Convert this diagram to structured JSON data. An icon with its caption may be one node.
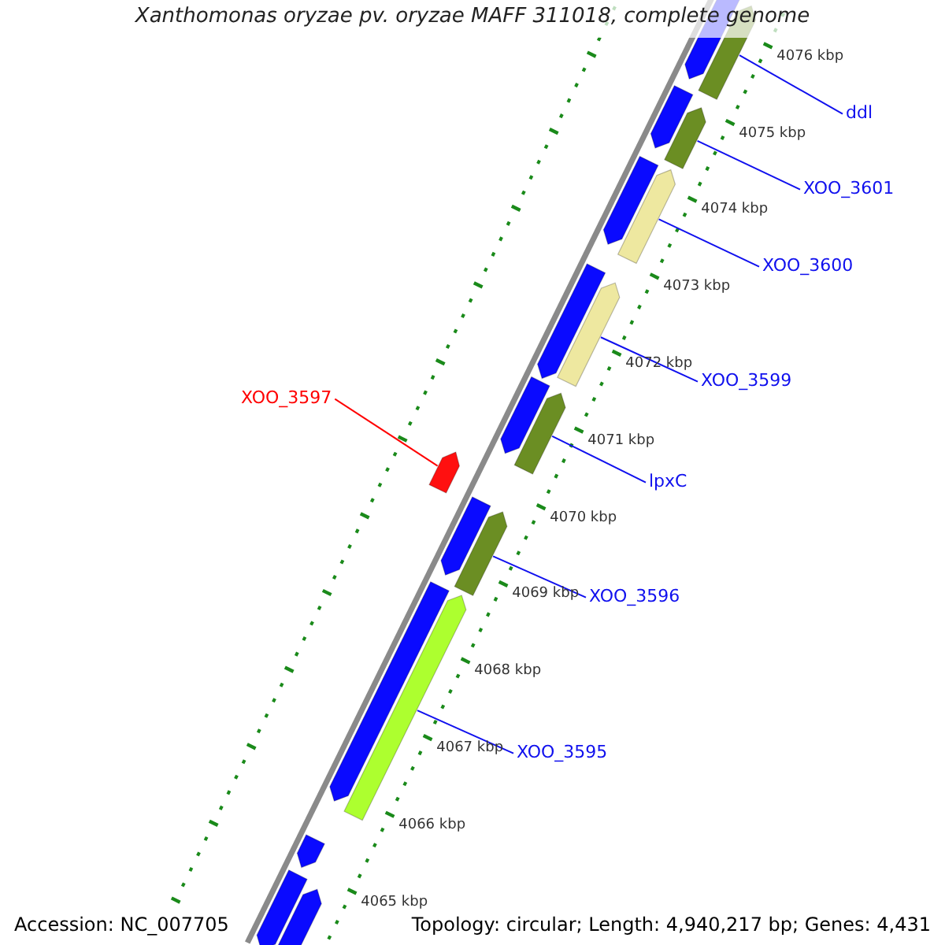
{
  "diagram": {
    "title": "Xanthomonas oryzae pv. oryzae MAFF 311018, complete genome",
    "nodes": [
      {
        "text": [
          "ddl"
        ]
      },
      {
        "text": [
          "XOO_3601"
        ]
      },
      {
        "text": [
          "XOO_3600"
        ]
      },
      {
        "text": [
          "XOO_3599"
        ]
      },
      {
        "text": [
          "XOO_3597"
        ]
      },
      {
        "text": [
          "lpxC"
        ]
      },
      {
        "text": [
          "XOO_3596"
        ]
      },
      {
        "text": [
          "XOO_3595"
        ]
      },
      {
        "text": [],
        "shape": "bar"
      },
      {
        "text": [],
        "shape": "bar"
      },
      {
        "text": [],
        "shape": "bar"
      },
      {
        "text": [],
        "shape": "bar"
      },
      {
        "text": [],
        "shape": "bar"
      },
      {
        "text": [],
        "shape": "bar"
      },
      {
        "text": [],
        "shape": "bar"
      },
      {
        "text": [],
        "shape": "bar"
      },
      {
        "text": [],
        "shape": "bar"
      },
      {
        "text": [],
        "shape": "bar"
      },
      {
        "text": [],
        "shape": "bar"
      },
      {
        "text": [],
        "shape": "bar"
      },
      {
        "text": [],
        "shape": "bar"
      },
      {
        "text": [],
        "shape": "bar"
      },
      {
        "text": [],
        "shape": "bar"
      },
      {
        "text": [],
        "shape": "bar"
      },
      {
        "text": [],
        "shape": "bar"
      },
      {
        "text": [],
        "shape": "bar"
      }
    ],
    "edges": [
      {
        "from": 0,
        "to": 9,
        "arrow": "none"
      },
      {
        "from": 1,
        "to": 11,
        "arrow": "none"
      },
      {
        "from": 2,
        "to": 13,
        "arrow": "none"
      },
      {
        "from": 3,
        "to": 15,
        "arrow": "none"
      },
      {
        "from": 4,
        "to": 18,
        "arrow": "none",
        "color": "#ff0000"
      },
      {
        "from": 5,
        "to": 17,
        "arrow": "none"
      },
      {
        "from": 6,
        "to": 20,
        "arrow": "none"
      },
      {
        "from": 7,
        "to": 22,
        "arrow": "none"
      }
    ],
    "labels": [
      "4076 kbp",
      "4075 kbp",
      "4074 kbp",
      "4073 kbp",
      "4072 kbp",
      "4071 kbp",
      "4070 kbp",
      "4069 kbp",
      "4068 kbp",
      "4067 kbp",
      "4066 kbp",
      "4065 kbp",
      "Accession: NC_007705",
      "Topology: circular; Length: 4,940,217 bp; Genes: 4,431"
    ]
  }
}
